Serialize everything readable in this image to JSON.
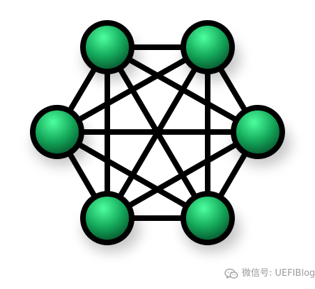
{
  "diagram": {
    "type": "fully-connected-mesh",
    "node_count": 6,
    "node_ids": [
      "top-left",
      "top-right",
      "left",
      "right",
      "bottom-left",
      "bottom-right"
    ],
    "edges": "all-pairs",
    "colors": {
      "node_fill_light": "#4dff9e",
      "node_fill_mid": "#14a85a",
      "node_fill_dark": "#06502a",
      "node_outline": "#000000",
      "edge": "#000000",
      "shadow": "#9a9a9a"
    }
  },
  "watermark": {
    "icon": "wechat-icon",
    "text": "微信号: UEFIBlog"
  }
}
